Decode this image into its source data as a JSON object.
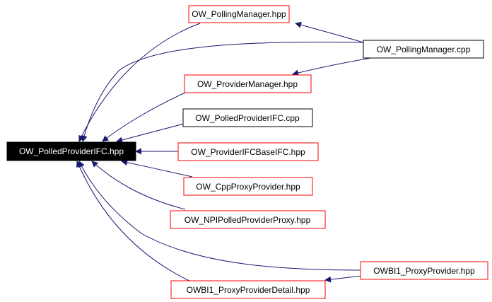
{
  "colors": {
    "edge": "#191970",
    "highlight_border": "#ff0000",
    "plain_border": "#000000",
    "root_fill": "#000000",
    "root_text": "#ffffff",
    "node_fill": "#ffffff",
    "node_text": "#000000"
  },
  "nodes": {
    "root": "OW_PolledProviderIFC.hpp",
    "polling_manager_hpp": "OW_PollingManager.hpp",
    "polling_manager_cpp": "OW_PollingManager.cpp",
    "provider_manager_hpp": "OW_ProviderManager.hpp",
    "polled_provider_ifc_cpp": "OW_PolledProviderIFC.cpp",
    "provider_ifc_base_ifc_hpp": "OW_ProviderIFCBaseIFC.hpp",
    "cpp_proxy_provider_hpp": "OW_CppProxyProvider.hpp",
    "npi_polled_provider_proxy_hpp": "OW_NPIPolledProviderProxy.hpp",
    "owbi1_proxy_provider_hpp": "OWBI1_ProxyProvider.hpp",
    "owbi1_proxy_provider_detail_hpp": "OWBI1_ProxyProviderDetail.hpp"
  },
  "edges": [
    {
      "from": "polling_manager_hpp",
      "to": "root"
    },
    {
      "from": "polling_manager_cpp",
      "to": "root"
    },
    {
      "from": "polling_manager_cpp",
      "to": "polling_manager_hpp"
    },
    {
      "from": "provider_manager_hpp",
      "to": "root"
    },
    {
      "from": "polling_manager_cpp",
      "to": "provider_manager_hpp"
    },
    {
      "from": "polled_provider_ifc_cpp",
      "to": "root"
    },
    {
      "from": "provider_ifc_base_ifc_hpp",
      "to": "root"
    },
    {
      "from": "cpp_proxy_provider_hpp",
      "to": "root"
    },
    {
      "from": "npi_polled_provider_proxy_hpp",
      "to": "root"
    },
    {
      "from": "owbi1_proxy_provider_hpp",
      "to": "root"
    },
    {
      "from": "owbi1_proxy_provider_detail_hpp",
      "to": "root"
    },
    {
      "from": "owbi1_proxy_provider_hpp",
      "to": "owbi1_proxy_provider_detail_hpp"
    }
  ]
}
